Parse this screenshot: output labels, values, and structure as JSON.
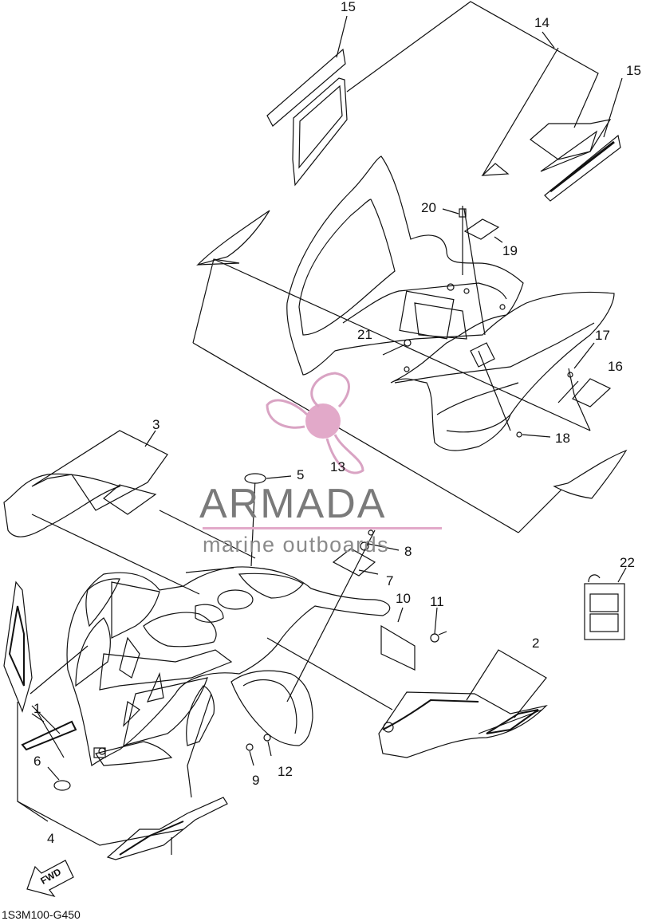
{
  "diagram": {
    "code": "1S3M100-G450",
    "fwd_label": "FWD",
    "callouts": [
      "1",
      "2",
      "3",
      "4",
      "5",
      "6",
      "7",
      "8",
      "9",
      "10",
      "11",
      "12",
      "13",
      "14",
      "15",
      "15",
      "16",
      "17",
      "18",
      "19",
      "20",
      "21",
      "22"
    ]
  },
  "watermark": {
    "title": "ARMADA",
    "subtitle": "marine outboards",
    "accent_color": "#e2a9c9",
    "text_color": "#7a7a7a"
  }
}
